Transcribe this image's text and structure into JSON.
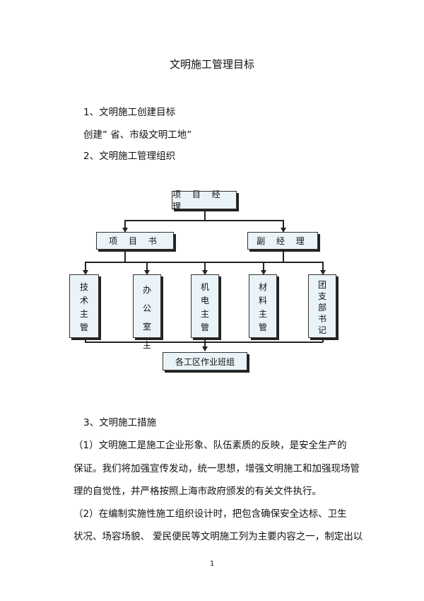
{
  "title": "文明施工管理目标",
  "section1": {
    "heading": "1、文明施工创建目标",
    "content": "创建” 省、市级文明工地”"
  },
  "section2": {
    "heading": "2、文明施工管理组织"
  },
  "org_chart": {
    "top": "项 目 经 理",
    "level2": [
      "项 目 书",
      "副 经 理"
    ],
    "level3": [
      [
        "技",
        "术",
        "主",
        "管"
      ],
      [
        "办",
        "公",
        "室",
        "主"
      ],
      [
        "机",
        "电",
        "主",
        "管"
      ],
      [
        "材",
        "料",
        "主",
        "管"
      ],
      [
        "团",
        "支",
        "部",
        "书",
        "记"
      ]
    ],
    "bottom": "各工区作业班组"
  },
  "section3": {
    "heading": "3、文明施工措施",
    "para1_lines": [
      "（1）文明施工是施工企业形象、队伍素质的反映，是安全生产的",
      "保证。我们将加强宣传发动，统一思想，增强文明施工和加强现场管",
      "理的自觉性，并严格按照上海市政府颁发的有关文件执行。"
    ],
    "para2_lines": [
      "（2）在编制实施性施工组织设计时，把包含确保安全达标、卫生",
      "状况、场容场貌、 爱民便民等文明施工列为主要内容之一，制定出以"
    ]
  },
  "page_number": "1"
}
